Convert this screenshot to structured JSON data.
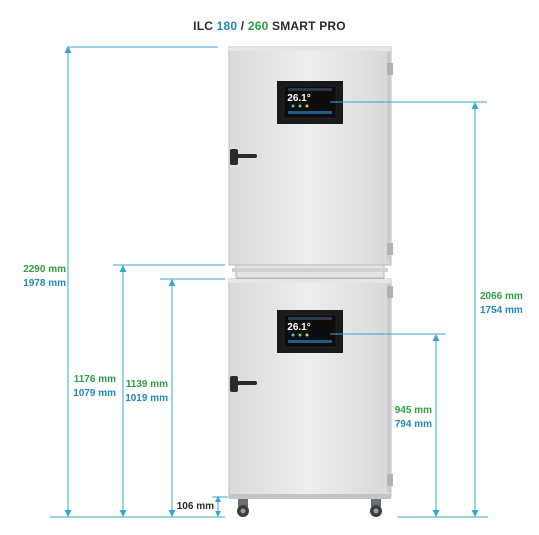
{
  "title": {
    "prefix": "ILC ",
    "model_a": "180",
    "separator": " / ",
    "model_b": "260",
    "suffix": " SMART PRO"
  },
  "displays": {
    "top_temp": "26.1°",
    "bottom_temp": "26.1°"
  },
  "dimensions": {
    "total_height": {
      "a": "2290 mm",
      "b": "1978 mm"
    },
    "display_top": {
      "a": "2066 mm",
      "b": "1754 mm"
    },
    "lower_unit_top": {
      "a": "1176 mm",
      "b": "1079 mm"
    },
    "lower_door_top": {
      "a": "1139 mm",
      "b": "1019 mm"
    },
    "display_bottom": {
      "a": "945 mm",
      "b": "794 mm"
    },
    "feet": {
      "a": "106 mm"
    }
  },
  "colors": {
    "accent_blue": "#2486b9",
    "accent_green": "#2e9b46",
    "dim_line": "#3aa3d6"
  }
}
